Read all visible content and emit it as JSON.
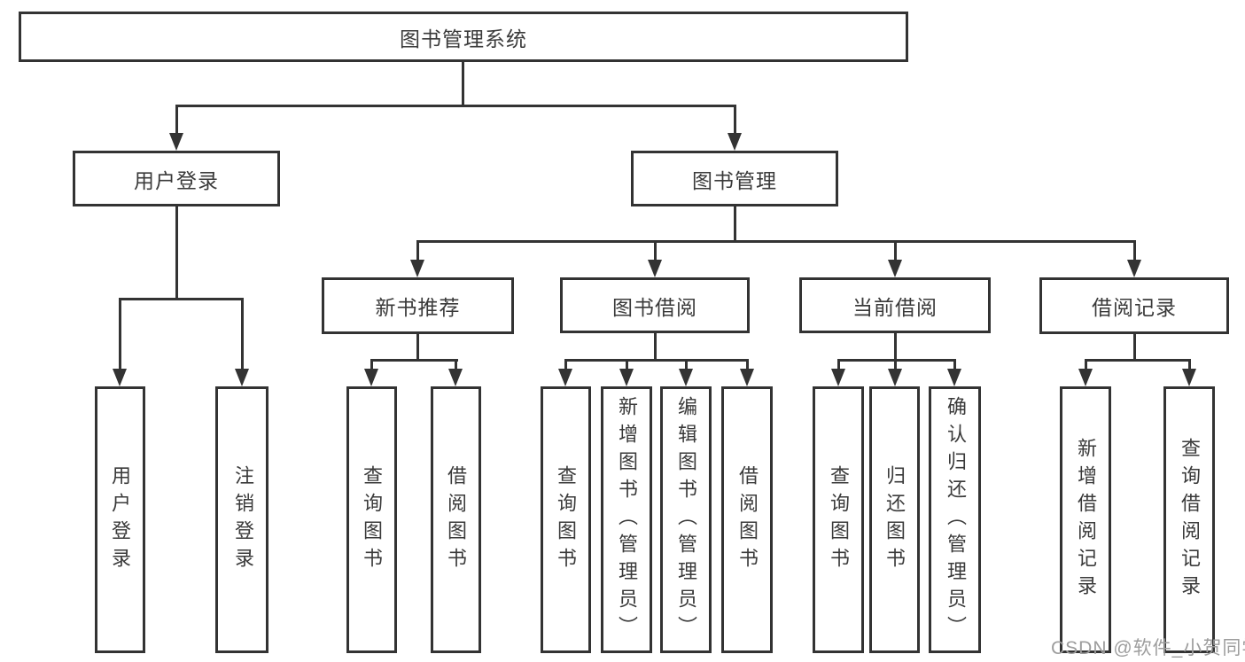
{
  "diagram": {
    "root": {
      "label": "图书管理系统"
    },
    "branches": [
      {
        "label": "用户登录",
        "children": [
          {
            "label": "用户登录"
          },
          {
            "label": "注销登录"
          }
        ]
      },
      {
        "label": "图书管理",
        "children": [
          {
            "label": "新书推荐",
            "children": [
              {
                "label": "查询图书"
              },
              {
                "label": "借阅图书"
              }
            ]
          },
          {
            "label": "图书借阅",
            "children": [
              {
                "label": "查询图书"
              },
              {
                "label": "新增图书（管理员）"
              },
              {
                "label": "编辑图书（管理员）"
              },
              {
                "label": "借阅图书"
              }
            ]
          },
          {
            "label": "当前借阅",
            "children": [
              {
                "label": "查询图书"
              },
              {
                "label": "归还图书"
              },
              {
                "label": "确认归还（管理员）"
              }
            ]
          },
          {
            "label": "借阅记录",
            "children": [
              {
                "label": "新增借阅记录"
              },
              {
                "label": "查询借阅记录"
              }
            ]
          }
        ]
      }
    ],
    "watermark": {
      "text": "CSDN @软件_小贺同学",
      "color": "#9d9d9d"
    },
    "colors": {
      "line": "#333333",
      "text": "#3a3a3a",
      "background": "#ffffff"
    }
  }
}
